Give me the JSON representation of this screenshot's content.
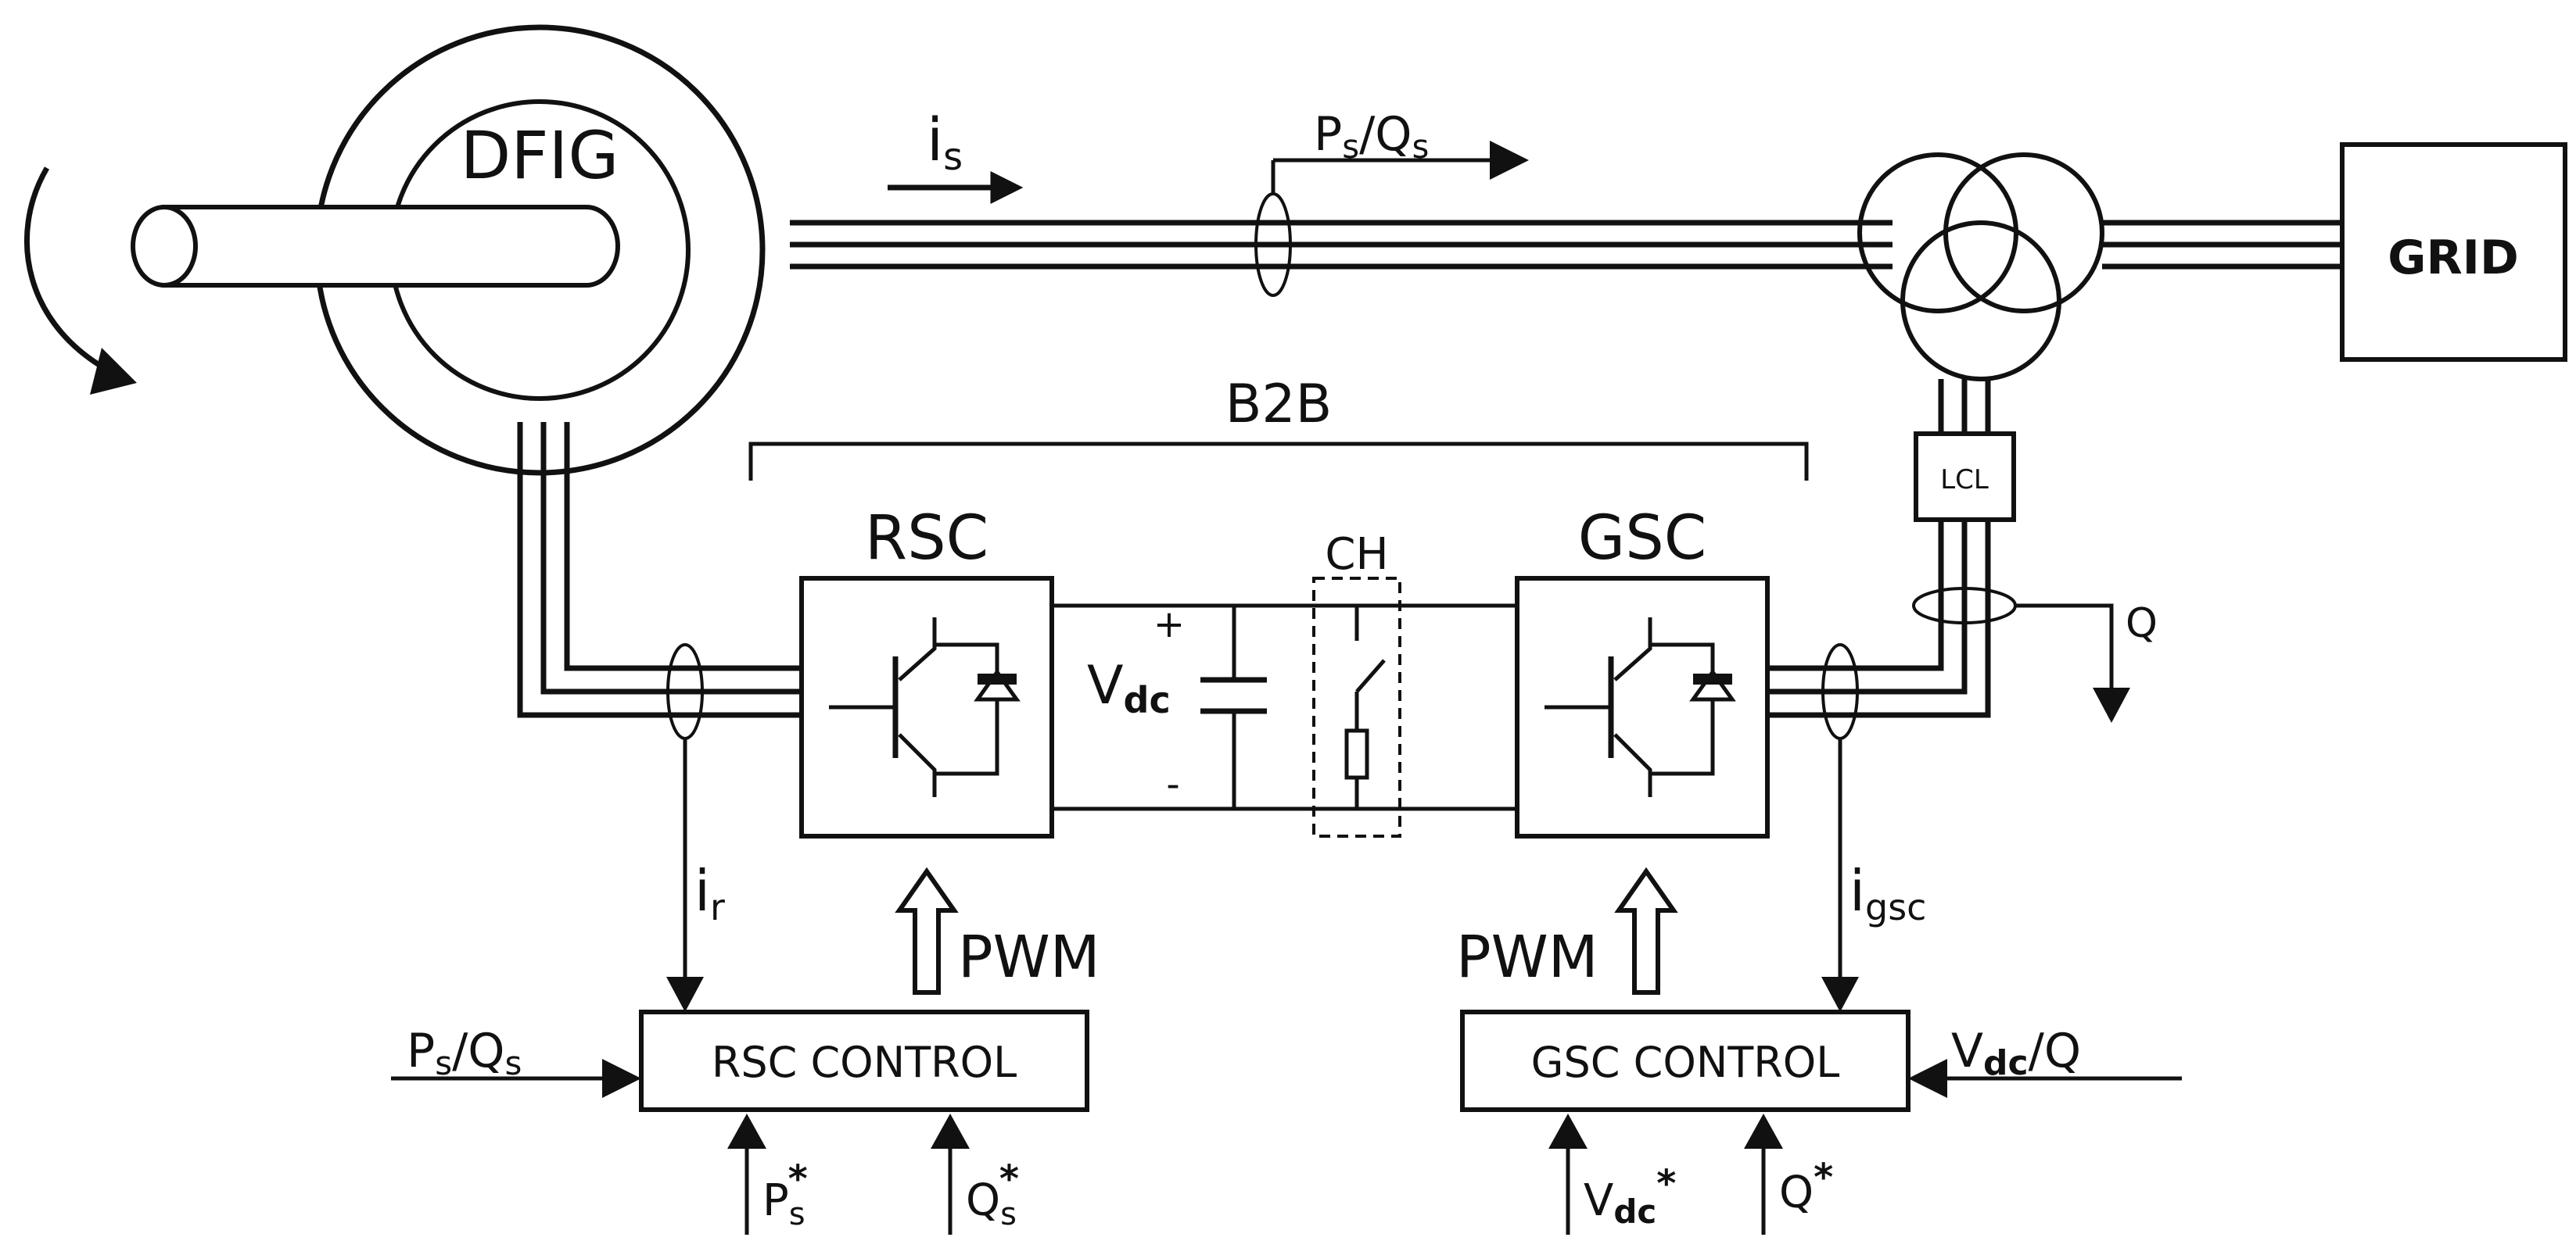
{
  "labels": {
    "dfig": "DFIG",
    "grid": "GRID",
    "b2b": "B2B",
    "rsc": "RSC",
    "gsc": "GSC",
    "ch": "CH",
    "lcl": "LCL",
    "rsc_control": "RSC CONTROL",
    "gsc_control": "GSC CONTROL",
    "pwm_rsc": "PWM",
    "pwm_gsc": "PWM",
    "plus": "+",
    "minus": "-"
  },
  "signals": {
    "is": {
      "main": "i",
      "sub": "s"
    },
    "ir": {
      "main": "i",
      "sub": "r"
    },
    "igsc": {
      "main": "i",
      "sub": "gsc"
    },
    "vdc": {
      "main": "V",
      "sub": "dc"
    },
    "ps_qs_top": {
      "p": "P",
      "ps": "s",
      "sep": "/Q",
      "qs": "s"
    },
    "ps_qs_left": {
      "p": "P",
      "ps": "s",
      "sep": "/Q",
      "qs": "s"
    },
    "q_out": "Q",
    "vdc_q_right": {
      "v": "V",
      "vs": "dc",
      "rest": "/Q"
    },
    "ps_ref": {
      "main": "P",
      "sub": "s",
      "sup": "*"
    },
    "qs_ref": {
      "main": "Q",
      "sub": "s",
      "sup": "*"
    },
    "vdc_ref": {
      "main": "V",
      "sub": "dc",
      "sup": "*"
    },
    "q_ref": {
      "main": "Q",
      "sup": "*"
    }
  }
}
